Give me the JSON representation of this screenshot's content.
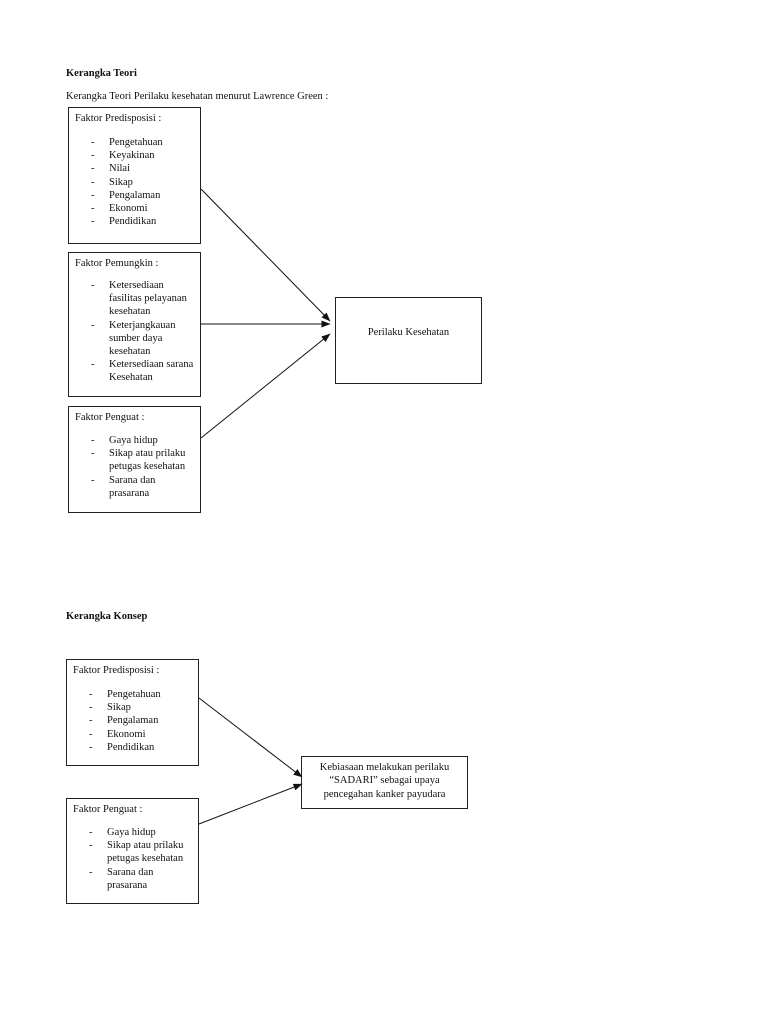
{
  "teori": {
    "heading": "Kerangka Teori",
    "caption": "Kerangka Teori Perilaku kesehatan menurut Lawrence Green :",
    "boxes": [
      {
        "title": "Faktor Predisposisi :",
        "items": [
          "Pengetahuan",
          "Keyakinan",
          "Nilai",
          "Sikap",
          "Pengalaman",
          "Ekonomi",
          "Pendidikan"
        ]
      },
      {
        "title": "Faktor Pemungkin :",
        "items": [
          "Ketersediaan fasilitas pelayanan kesehatan",
          "Keterjangkauan sumber daya kesehatan",
          "Ketersediaan sarana Kesehatan"
        ]
      },
      {
        "title": "Faktor Penguat :",
        "items": [
          "Gaya hidup",
          "Sikap atau prilaku petugas kesehatan",
          "Sarana dan prasarana"
        ]
      }
    ],
    "result": "Perilaku Kesehatan"
  },
  "konsep": {
    "heading": "Kerangka Konsep",
    "boxes": [
      {
        "title": "Faktor Predisposisi :",
        "items": [
          "Pengetahuan",
          "Sikap",
          "Pengalaman",
          "Ekonomi",
          "Pendidikan"
        ]
      },
      {
        "title": "Faktor Penguat :",
        "items": [
          "Gaya hidup",
          "Sikap atau prilaku petugas kesehatan",
          "Sarana dan prasarana"
        ]
      }
    ],
    "result_lines": [
      "Kebiasaan melakukan perilaku",
      "“SADARI” sebagai upaya",
      "pencegahan kanker payudara"
    ]
  }
}
